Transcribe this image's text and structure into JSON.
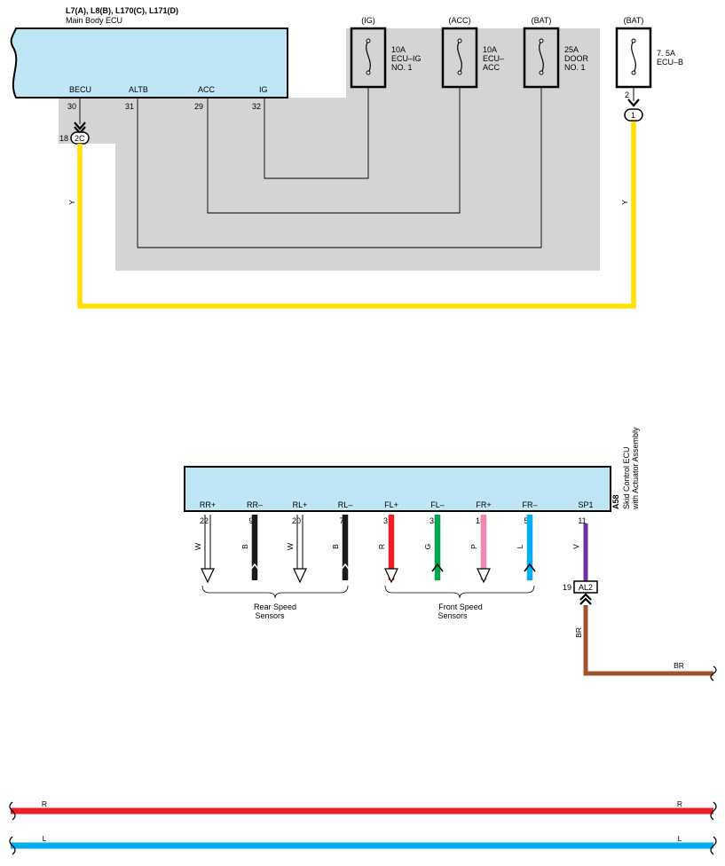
{
  "ecu_block": {
    "title": "L7(A), L8(B), L170(C), L171(D)",
    "subtitle": "Main Body ECU",
    "terminals": [
      "BECU",
      "ALTB",
      "ACC",
      "IG"
    ],
    "pins": [
      "30",
      "31",
      "29",
      "32"
    ],
    "connector_pin": "18",
    "connector_id": "2C"
  },
  "fuses": [
    {
      "supply": "(IG)",
      "rating": "10A",
      "name1": "ECU–IG",
      "name2": "NO. 1"
    },
    {
      "supply": "(ACC)",
      "rating": "10A",
      "name1": "ECU–",
      "name2": "ACC"
    },
    {
      "supply": "(BAT)",
      "rating": "25A",
      "name1": "DOOR",
      "name2": "NO. 1"
    },
    {
      "supply": "(BAT)",
      "rating": "7. 5A",
      "name1": "ECU–B",
      "name2": ""
    }
  ],
  "fuse_b": {
    "pin": "2",
    "connector": "1"
  },
  "wire_colors": {
    "left_y": "Y",
    "right_y": "Y",
    "br_vertical": "BR",
    "br_horizontal": "BR"
  },
  "skid_ecu": {
    "code": "A58",
    "name1": "Skid Control ECU",
    "name2": "with Actuator Assembly",
    "terminals": [
      {
        "label": "RR+",
        "pin": "22",
        "wire": "W"
      },
      {
        "label": "RR–",
        "pin": "9",
        "wire": "B"
      },
      {
        "label": "RL+",
        "pin": "20",
        "wire": "W"
      },
      {
        "label": "RL–",
        "pin": "7",
        "wire": "B"
      },
      {
        "label": "FL+",
        "pin": "31",
        "wire": "R"
      },
      {
        "label": "FL–",
        "pin": "32",
        "wire": "G"
      },
      {
        "label": "FR+",
        "pin": "18",
        "wire": "P"
      },
      {
        "label": "FR–",
        "pin": "5",
        "wire": "L"
      },
      {
        "label": "SP1",
        "pin": "11",
        "wire": "V"
      }
    ],
    "connector_pin": "19",
    "connector_id": "AL2"
  },
  "sensor_groups": {
    "rear_line1": "Rear Speed",
    "rear_line2": "Sensors",
    "front_line1": "Front Speed",
    "front_line2": "Sensors"
  },
  "bottom_wires": {
    "red_label": "R",
    "blue_label": "L"
  },
  "colors": {
    "ecu_fill": "#bfe6f5",
    "shade": "#d4d4d4",
    "yellow": "#ffde00",
    "red": "#ee1c25",
    "green": "#00a550",
    "pink": "#f088b6",
    "blue": "#00aeef",
    "violet": "#7030a0",
    "brown": "#a0522d",
    "black": "#1a1a1a"
  }
}
